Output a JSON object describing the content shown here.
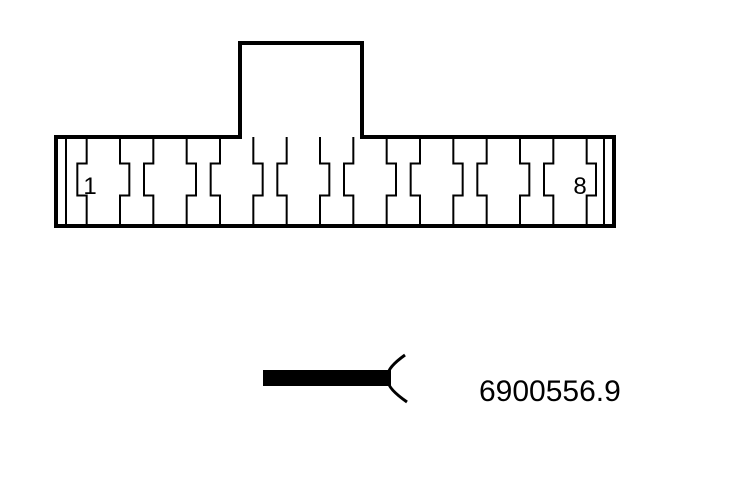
{
  "connector": {
    "pin_first_label": "1",
    "pin_last_label": "8",
    "pin_count": 8
  },
  "part_number": "6900556.9",
  "colors": {
    "line": "#000000",
    "background": "#ffffff"
  }
}
